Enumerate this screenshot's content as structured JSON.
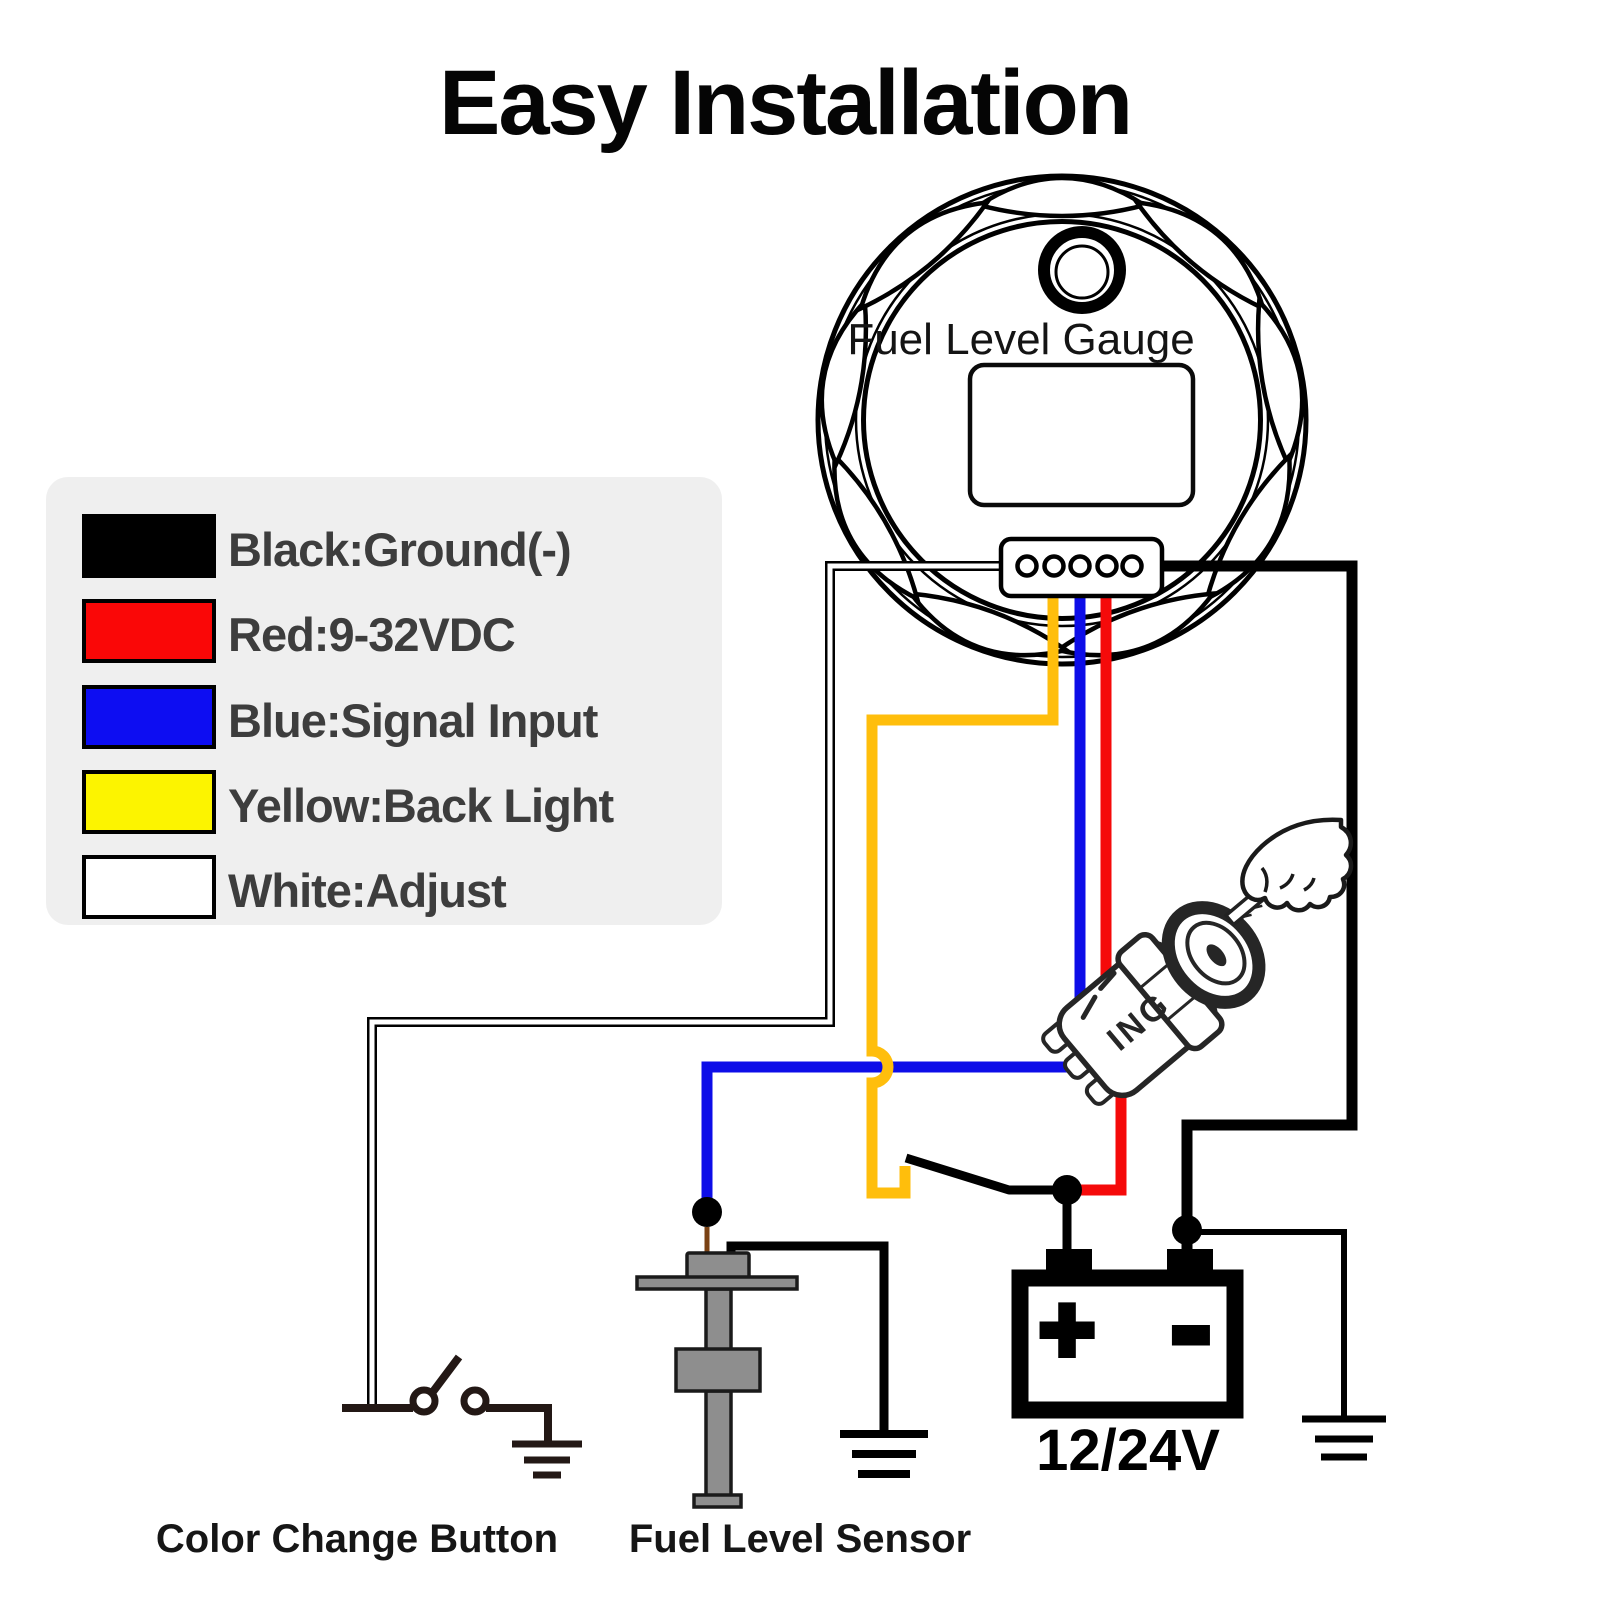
{
  "title": "Easy Installation",
  "gauge": {
    "label": "Fuel Level Gauge"
  },
  "legend": {
    "bg": "#EFEFEF",
    "text_color": "#3D3D3D",
    "items": [
      {
        "name": "black",
        "label": "Black:Ground(-)",
        "color": "#000000"
      },
      {
        "name": "red",
        "label": "Red:9-32VDC",
        "color": "#FA0707"
      },
      {
        "name": "blue",
        "label": "Blue:Signal Input",
        "color": "#0D0DF2"
      },
      {
        "name": "yellow",
        "label": "Yellow:Back Light",
        "color": "#FCF400"
      },
      {
        "name": "white",
        "label": "White:Adjust",
        "color": "#FFFFFF"
      }
    ]
  },
  "wires": {
    "white_core": "#FFFFFF",
    "white_outline": "#000000",
    "yellow": "#FFBE0C",
    "blue": "#0D0DE8",
    "red": "#F50A0A",
    "black": "#000000",
    "sensor_lead": "#7A4214"
  },
  "ignition": {
    "label": "ING"
  },
  "battery": {
    "label": "12/24V",
    "plus": "+",
    "minus": "-"
  },
  "captions": {
    "button": "Color Change Button",
    "sensor": "Fuel Level Sensor"
  }
}
